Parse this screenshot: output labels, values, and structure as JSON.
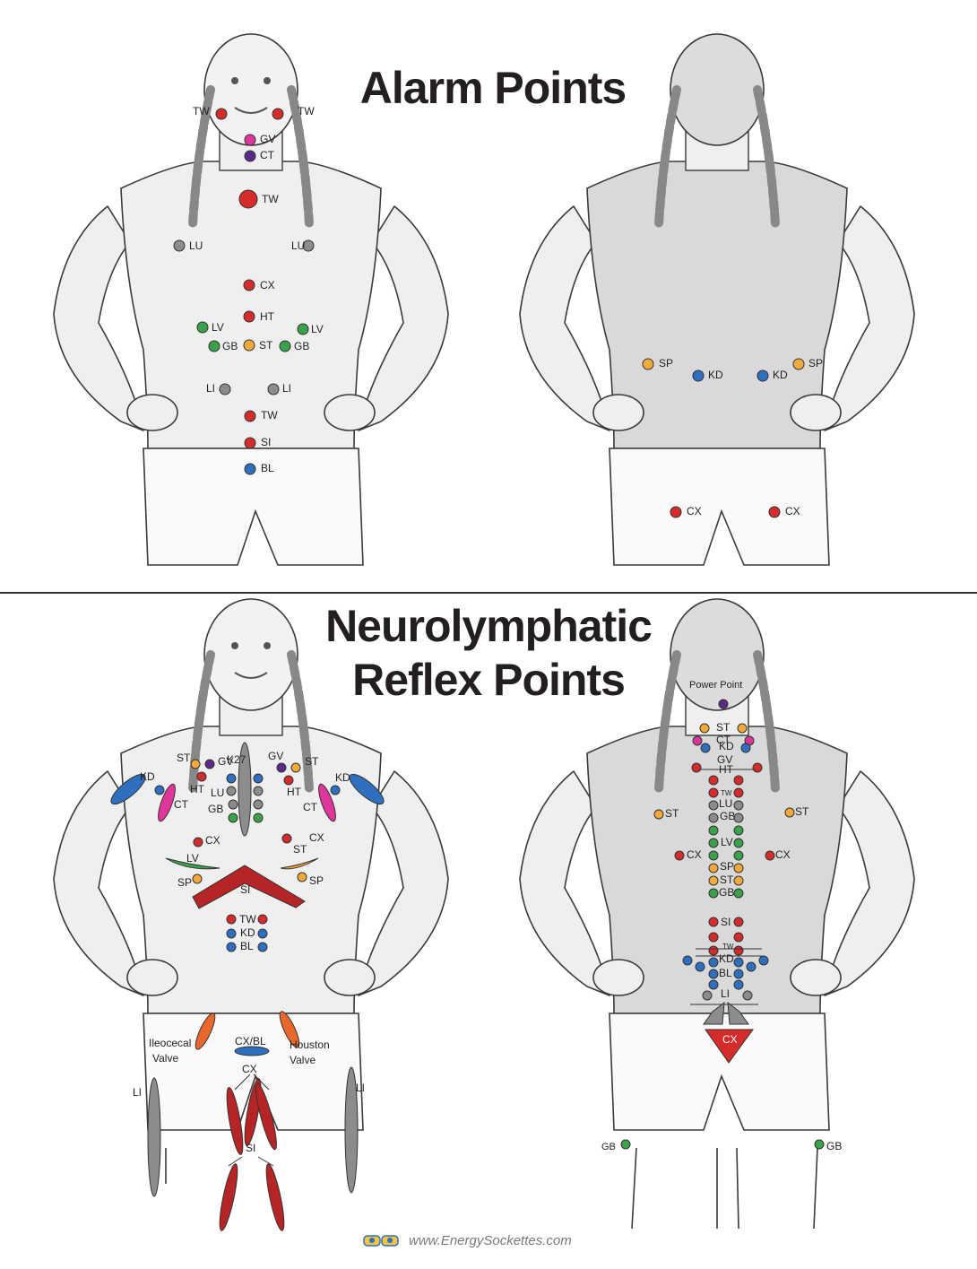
{
  "titles": {
    "alarm": "Alarm Points",
    "neuro_line1": "Neurolymphatic",
    "neuro_line2": "Reflex Points"
  },
  "footer": {
    "url": "www.EnergySockettes.com",
    "logo_icon": "sock-logo-icon"
  },
  "colors": {
    "red": "#d62b2b",
    "darkred": "#b52525",
    "pink": "#e0359a",
    "purple": "#5b2a86",
    "gray": "#8c8c8c",
    "green": "#3aa14a",
    "orange": "#f4a93b",
    "blue": "#2f6fbf",
    "redline": "#c22a2a",
    "outline": "#3a3a3a"
  },
  "alarm_front": [
    {
      "label": "TW",
      "color": "red"
    },
    {
      "label": "TW",
      "color": "red"
    },
    {
      "label": "GV",
      "color": "pink"
    },
    {
      "label": "CT",
      "color": "purple"
    },
    {
      "label": "TW",
      "color": "red"
    },
    {
      "label": "LU",
      "color": "gray"
    },
    {
      "label": "LU",
      "color": "gray"
    },
    {
      "label": "CX",
      "color": "red"
    },
    {
      "label": "HT",
      "color": "red"
    },
    {
      "label": "LV",
      "color": "green"
    },
    {
      "label": "LV",
      "color": "green"
    },
    {
      "label": "GB",
      "color": "green"
    },
    {
      "label": "ST",
      "color": "orange"
    },
    {
      "label": "GB",
      "color": "green"
    },
    {
      "label": "LI",
      "color": "gray"
    },
    {
      "label": "LI",
      "color": "gray"
    },
    {
      "label": "TW",
      "color": "red"
    },
    {
      "label": "SI",
      "color": "red"
    },
    {
      "label": "BL",
      "color": "blue"
    }
  ],
  "alarm_back": [
    {
      "label": "SP",
      "color": "orange"
    },
    {
      "label": "KD",
      "color": "blue"
    },
    {
      "label": "KD",
      "color": "blue"
    },
    {
      "label": "SP",
      "color": "orange"
    },
    {
      "label": "CX",
      "color": "red"
    },
    {
      "label": "CX",
      "color": "red"
    }
  ],
  "neuro_front": [
    {
      "label": "ST",
      "color": "orange"
    },
    {
      "label": "GV",
      "color": "purple"
    },
    {
      "label": "K27",
      "color": "blue"
    },
    {
      "label": "GV",
      "color": "purple"
    },
    {
      "label": "ST",
      "color": "orange"
    },
    {
      "label": "KD",
      "color": "blue"
    },
    {
      "label": "HT",
      "color": "red"
    },
    {
      "label": "HT",
      "color": "red"
    },
    {
      "label": "KD",
      "color": "blue"
    },
    {
      "label": "LU",
      "color": "gray"
    },
    {
      "label": "GB",
      "color": "green"
    },
    {
      "label": "CT",
      "color": "pink"
    },
    {
      "label": "CT",
      "color": "pink"
    },
    {
      "label": "CX",
      "color": "red"
    },
    {
      "label": "CX",
      "color": "red"
    },
    {
      "label": "LV",
      "color": "green"
    },
    {
      "label": "ST",
      "color": "orange"
    },
    {
      "label": "SP",
      "color": "orange"
    },
    {
      "label": "SP",
      "color": "orange"
    },
    {
      "label": "SI",
      "color": "red"
    },
    {
      "label": "TW",
      "color": "red"
    },
    {
      "label": "KD",
      "color": "blue"
    },
    {
      "label": "BL",
      "color": "blue"
    },
    {
      "label": "CX/BL",
      "color": "blue"
    },
    {
      "label": "Ileocecal",
      "color": "orange"
    },
    {
      "label": "Valve",
      "color": "orange"
    },
    {
      "label": "Houston",
      "color": "orange"
    },
    {
      "label": "Valve",
      "color": "orange"
    },
    {
      "label": "CX",
      "color": "red"
    },
    {
      "label": "SI",
      "color": "red"
    },
    {
      "label": "LI",
      "color": "gray"
    },
    {
      "label": "LI",
      "color": "gray"
    }
  ],
  "neuro_back": [
    {
      "label": "Power Point",
      "color": "purple"
    },
    {
      "label": "CT",
      "color": "pink"
    },
    {
      "label": "ST",
      "color": "orange"
    },
    {
      "label": "KD",
      "color": "blue"
    },
    {
      "label": "GV",
      "color": "purple"
    },
    {
      "label": "HT",
      "color": "red"
    },
    {
      "label": "TW",
      "color": "red"
    },
    {
      "label": "LU",
      "color": "gray"
    },
    {
      "label": "GB",
      "color": "green"
    },
    {
      "label": "LV",
      "color": "green"
    },
    {
      "label": "SP",
      "color": "orange"
    },
    {
      "label": "ST",
      "color": "orange"
    },
    {
      "label": "GB",
      "color": "green"
    },
    {
      "label": "SI",
      "color": "red"
    },
    {
      "label": "TW",
      "color": "red"
    },
    {
      "label": "KD",
      "color": "blue"
    },
    {
      "label": "BL",
      "color": "blue"
    },
    {
      "label": "LI",
      "color": "gray"
    },
    {
      "label": "CX",
      "color": "red"
    },
    {
      "label": "ST",
      "color": "orange"
    },
    {
      "label": "ST",
      "color": "orange"
    },
    {
      "label": "CX",
      "color": "red"
    },
    {
      "label": "CX",
      "color": "red"
    },
    {
      "label": "GB",
      "color": "green"
    },
    {
      "label": "GB",
      "color": "green"
    }
  ]
}
